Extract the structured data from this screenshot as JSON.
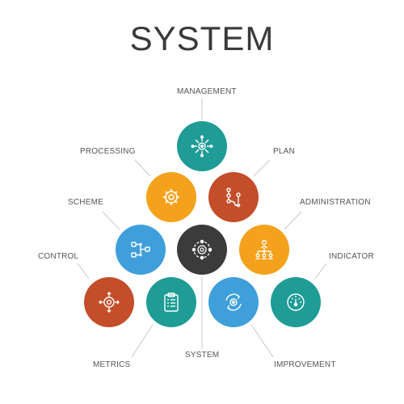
{
  "title": "SYSTEM",
  "colors": {
    "teal": "#1e9c95",
    "orange": "#f4a21c",
    "rust": "#c44d2a",
    "blue": "#3f9fdb",
    "dark": "#3b3b3b",
    "line": "#c9c9c9"
  },
  "nodes": {
    "management": {
      "label": "MANAGEMENT",
      "icon": "network-gear-icon",
      "color": "teal"
    },
    "processing": {
      "label": "PROCESSING",
      "icon": "gear-icon",
      "color": "orange"
    },
    "plan": {
      "label": "PLAN",
      "icon": "flow-steps-icon",
      "color": "rust"
    },
    "scheme": {
      "label": "SCHEME",
      "icon": "scheme-nodes-icon",
      "color": "blue"
    },
    "system": {
      "label": "SYSTEM",
      "icon": "system-gear-icon",
      "color": "dark"
    },
    "administration": {
      "label": "ADMINISTRATION",
      "icon": "hierarchy-icon",
      "color": "orange"
    },
    "control": {
      "label": "CONTROL",
      "icon": "control-gear-icon",
      "color": "rust"
    },
    "metrics": {
      "label": "METRICS",
      "icon": "clipboard-icon",
      "color": "teal"
    },
    "improvement": {
      "label": "IMPROVEMENT",
      "icon": "cycle-gear-icon",
      "color": "blue"
    },
    "indicator": {
      "label": "INDICATOR",
      "icon": "gauge-icon",
      "color": "teal"
    }
  }
}
